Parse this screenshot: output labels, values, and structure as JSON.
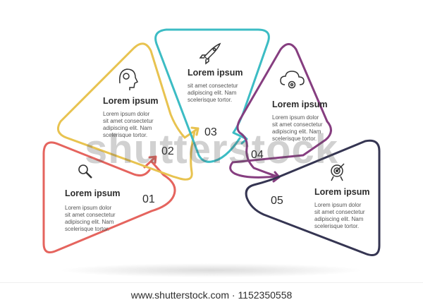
{
  "colors": {
    "step1": "#e5645e",
    "step2": "#e8c350",
    "step3": "#3cbcc4",
    "step4": "#863e80",
    "step5": "#353552",
    "text_dark": "#2d2d2d",
    "text_body": "#555555"
  },
  "steps": [
    {
      "number": "01",
      "title": "Lorem ipsum",
      "lines": [
        "Lorem ipsum dolor",
        "sit amet consectetur",
        "adipiscing elit. Nam",
        "scelerisque tortor."
      ],
      "icon": "magnifier-icon"
    },
    {
      "number": "02",
      "title": "Lorem ipsum",
      "lines": [
        "Lorem ipsum dolor",
        "sit amet consectetur",
        "adipiscing elit. Nam",
        "scelerisque tortor."
      ],
      "icon": "head-brain-icon"
    },
    {
      "number": "03",
      "title": "Lorem ipsum",
      "lines": [
        "sit amet consectetur",
        "adipiscing elit. Nam",
        "scelerisque tortor."
      ],
      "icon": "rocket-icon"
    },
    {
      "number": "04",
      "title": "Lorem ipsum",
      "lines": [
        "Lorem ipsum dolor",
        "sit amet consectetur",
        "adipiscing elit. Nam",
        "scelerisque tortor."
      ],
      "icon": "cloud-gear-icon"
    },
    {
      "number": "05",
      "title": "Lorem ipsum",
      "lines": [
        "Lorem ipsum dolor",
        "sit amet consectetur",
        "adipiscing elit. Nam",
        "scelerisque tortor."
      ],
      "icon": "target-icon"
    }
  ],
  "watermark": "shutterstock",
  "footer": {
    "text": "www.shutterstock.com · 1152350558"
  }
}
